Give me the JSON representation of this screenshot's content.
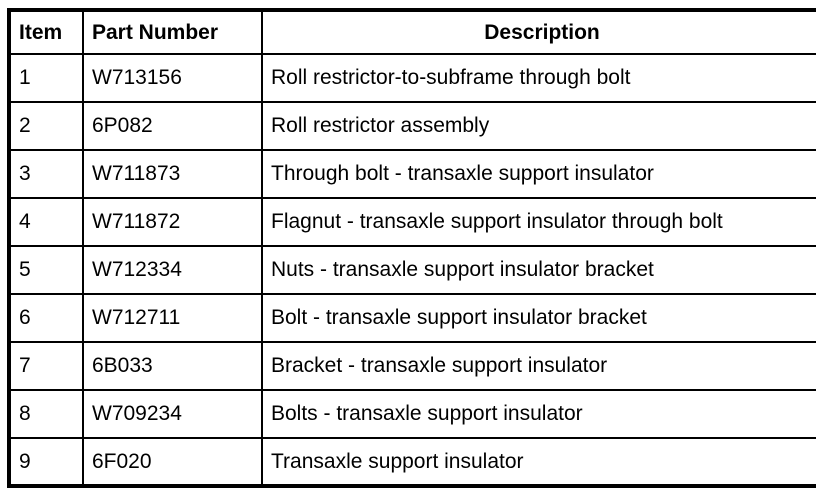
{
  "colors": {
    "border": "#000000",
    "background": "#ffffff",
    "text": "#000000"
  },
  "table": {
    "headers": {
      "item": "Item",
      "part_number": "Part Number",
      "description": "Description"
    },
    "rows": [
      {
        "item": "1",
        "part_number": "W713156",
        "description": "Roll restrictor-to-subframe through bolt"
      },
      {
        "item": "2",
        "part_number": "6P082",
        "description": "Roll restrictor assembly"
      },
      {
        "item": "3",
        "part_number": "W711873",
        "description": "Through bolt - transaxle support insulator"
      },
      {
        "item": "4",
        "part_number": "W711872",
        "description": "Flagnut - transaxle support insulator through bolt"
      },
      {
        "item": "5",
        "part_number": "W712334",
        "description": "Nuts - transaxle support insulator bracket"
      },
      {
        "item": "6",
        "part_number": "W712711",
        "description": "Bolt - transaxle support insulator bracket"
      },
      {
        "item": "7",
        "part_number": "6B033",
        "description": "Bracket - transaxle support insulator"
      },
      {
        "item": "8",
        "part_number": "W709234",
        "description": "Bolts - transaxle support insulator"
      },
      {
        "item": "9",
        "part_number": "6F020",
        "description": "Transaxle support insulator"
      }
    ]
  }
}
